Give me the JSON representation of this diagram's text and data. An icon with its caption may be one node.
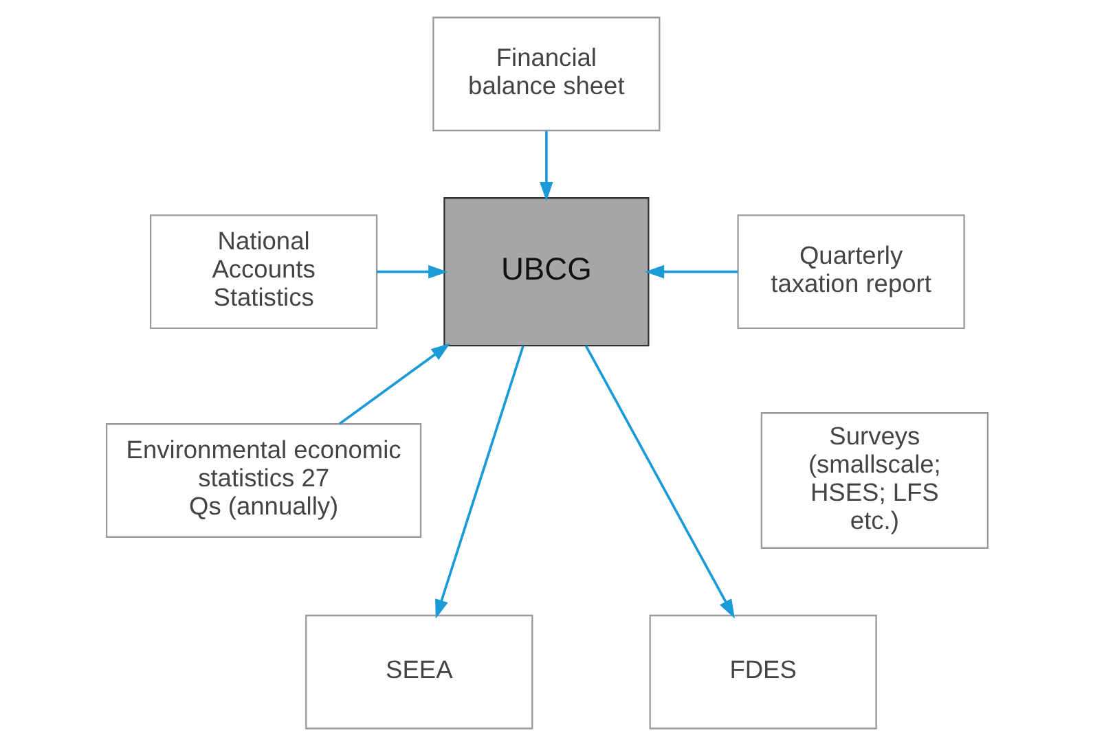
{
  "diagram": {
    "nodes": [
      {
        "text": [
          "Financial balance sheet"
        ]
      },
      {
        "text": [
          "National Accounts Statistics"
        ]
      },
      {
        "text": [
          "UBCG"
        ]
      },
      {
        "text": [
          "Quarterly taxation report"
        ]
      },
      {
        "text": [
          "Environmental economic statistics 27 Qs (annually)"
        ]
      },
      {
        "text": [
          "Surveys (smallscale; HSES; LFS etc.)"
        ]
      },
      {
        "text": [
          "SEEA"
        ]
      },
      {
        "text": [
          "FDES"
        ]
      }
    ],
    "edges": [
      {
        "from": 0,
        "to": 2,
        "arrow": "to"
      },
      {
        "from": 1,
        "to": 2,
        "arrow": "to"
      },
      {
        "from": 3,
        "to": 2,
        "arrow": "to"
      },
      {
        "from": 4,
        "to": 2,
        "arrow": "to"
      },
      {
        "from": 2,
        "to": 6,
        "arrow": "to"
      },
      {
        "from": 2,
        "to": 7,
        "arrow": "to"
      }
    ]
  }
}
